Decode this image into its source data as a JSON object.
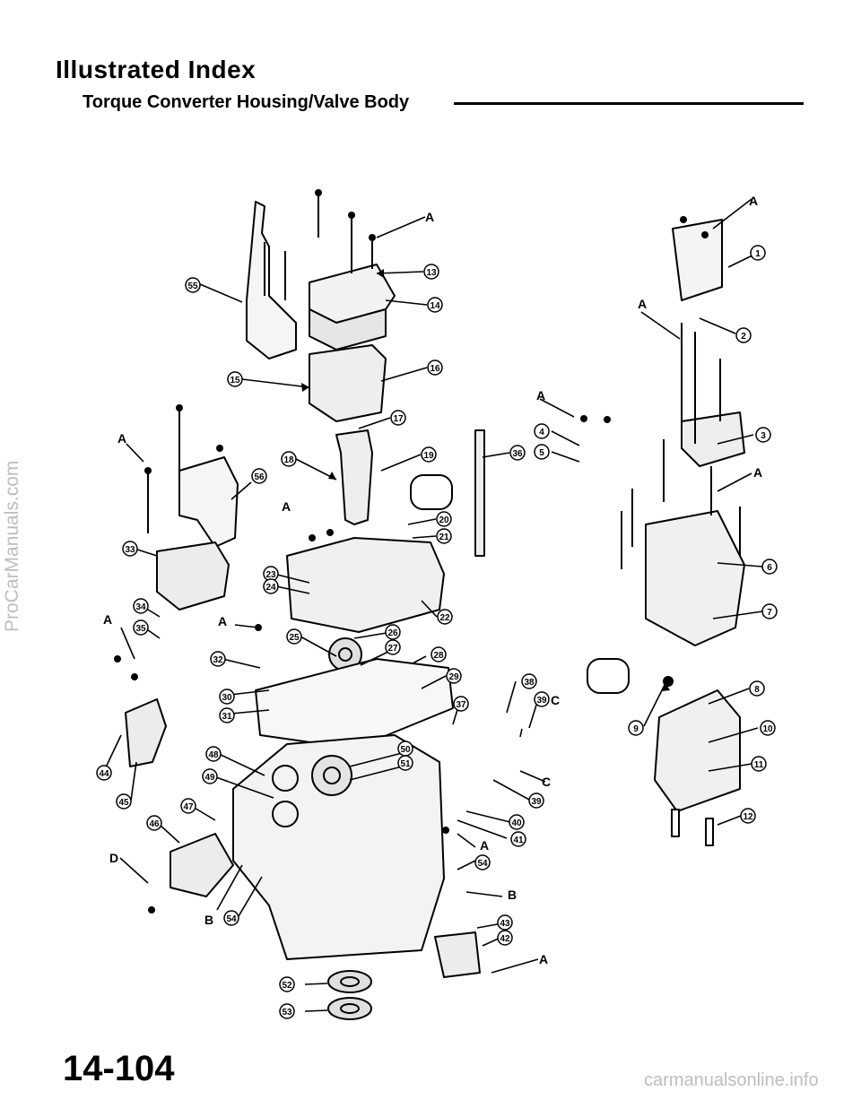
{
  "header": {
    "title": "Illustrated Index",
    "subtitle": "Torque Converter Housing/Valve Body"
  },
  "watermark": "ProCarManuals.com",
  "footer": {
    "page_number": "14-104",
    "site_mark": "carmanualsonline.info"
  },
  "callouts": [
    "1",
    "2",
    "3",
    "4",
    "5",
    "6",
    "7",
    "8",
    "9",
    "10",
    "11",
    "12",
    "13",
    "14",
    "15",
    "16",
    "17",
    "18",
    "19",
    "20",
    "21",
    "22",
    "23",
    "24",
    "25",
    "26",
    "27",
    "28",
    "29",
    "30",
    "31",
    "32",
    "33",
    "34",
    "35",
    "36",
    "37",
    "38",
    "39",
    "40",
    "41",
    "42",
    "43",
    "44",
    "45",
    "46",
    "47",
    "48",
    "49",
    "50",
    "51",
    "52",
    "53",
    "54",
    "55",
    "56"
  ],
  "letters": {
    "a": "A",
    "b": "B",
    "c": "C",
    "d": "D"
  }
}
